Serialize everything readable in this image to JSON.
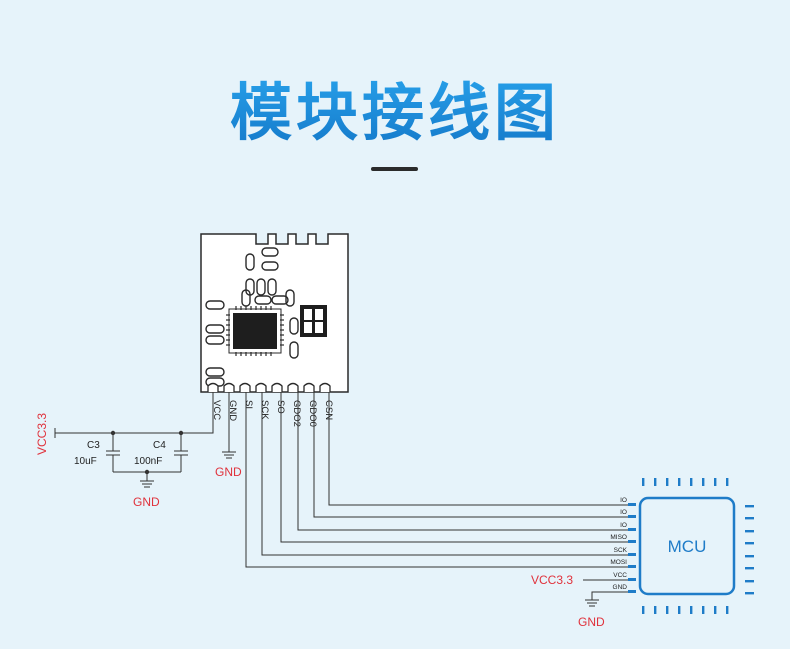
{
  "title": "模块接线图",
  "module_pins": [
    "VCC",
    "GND",
    "SI",
    "SCK",
    "SO",
    "GDO2",
    "GDO0",
    "CSN"
  ],
  "mcu": {
    "label": "MCU",
    "pins": [
      "IO",
      "IO",
      "IO",
      "MISO",
      "SCK",
      "MOSI",
      "VCC",
      "GND"
    ]
  },
  "power": {
    "vcc_left": "VCC3.3",
    "vcc_mcu": "VCC3.3",
    "gnd_caps": "GND",
    "gnd_module": "GND",
    "gnd_mcu": "GND"
  },
  "capacitors": [
    {
      "ref": "C3",
      "value": "10uF"
    },
    {
      "ref": "C4",
      "value": "100nF"
    }
  ],
  "colors": {
    "title": "#1a8fdc",
    "power_label": "#e0323c",
    "mcu_accent": "#1f7cc8",
    "wire": "#333333"
  }
}
